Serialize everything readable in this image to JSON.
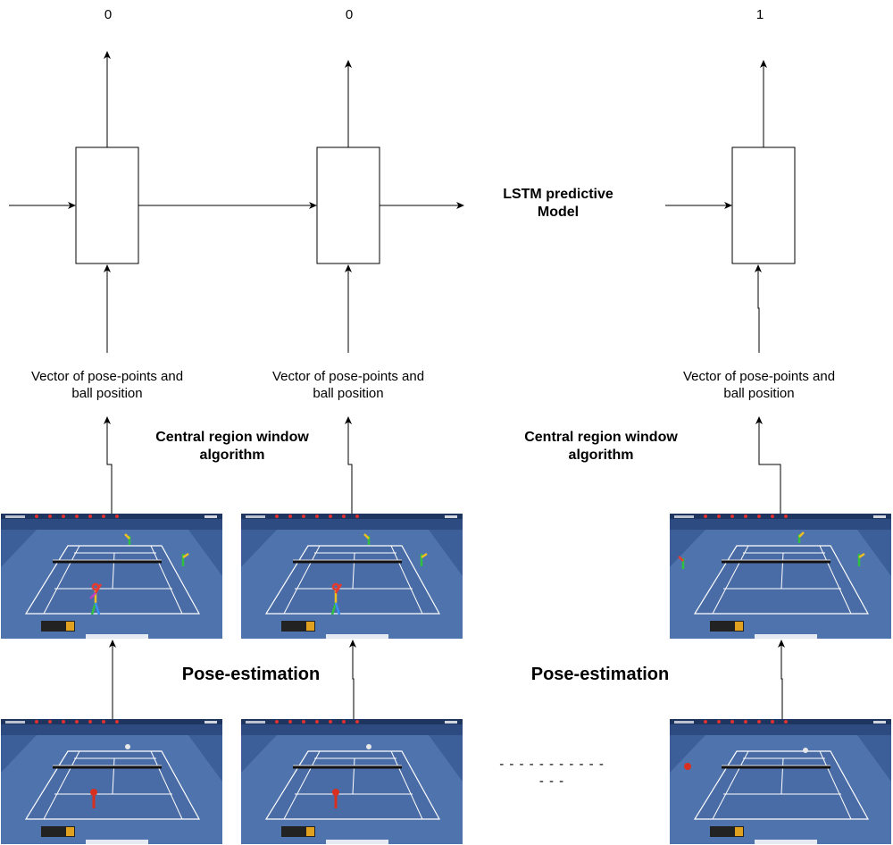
{
  "outputs": {
    "o1": "0",
    "o2": "0",
    "o3": "1"
  },
  "model": {
    "label_line1": "LSTM predictive",
    "label_line2": "Model"
  },
  "vectors": {
    "v1_line1": "Vector of pose-points and",
    "v1_line2": "ball position",
    "v2_line1": "Vector of pose-points and",
    "v2_line2": "ball position",
    "v3_line1": "Vector of pose-points and",
    "v3_line2": "ball position"
  },
  "algorithm": {
    "a1_line1": "Central region window",
    "a1_line2": "algorithm",
    "a2_line1": "Central region window",
    "a2_line2": "algorithm"
  },
  "pose": {
    "p1": "Pose-estimation",
    "p2": "Pose-estimation"
  },
  "ellipsis": "- - - - - - - - - - - - - -",
  "colors": {
    "court_blue": "#4a6fa8",
    "court_dark": "#3b5a8f",
    "court_lines": "#ffffff",
    "skeleton": [
      "#e83a2f",
      "#f0c020",
      "#30c040",
      "#3a8ff0",
      "#c040c0"
    ]
  }
}
